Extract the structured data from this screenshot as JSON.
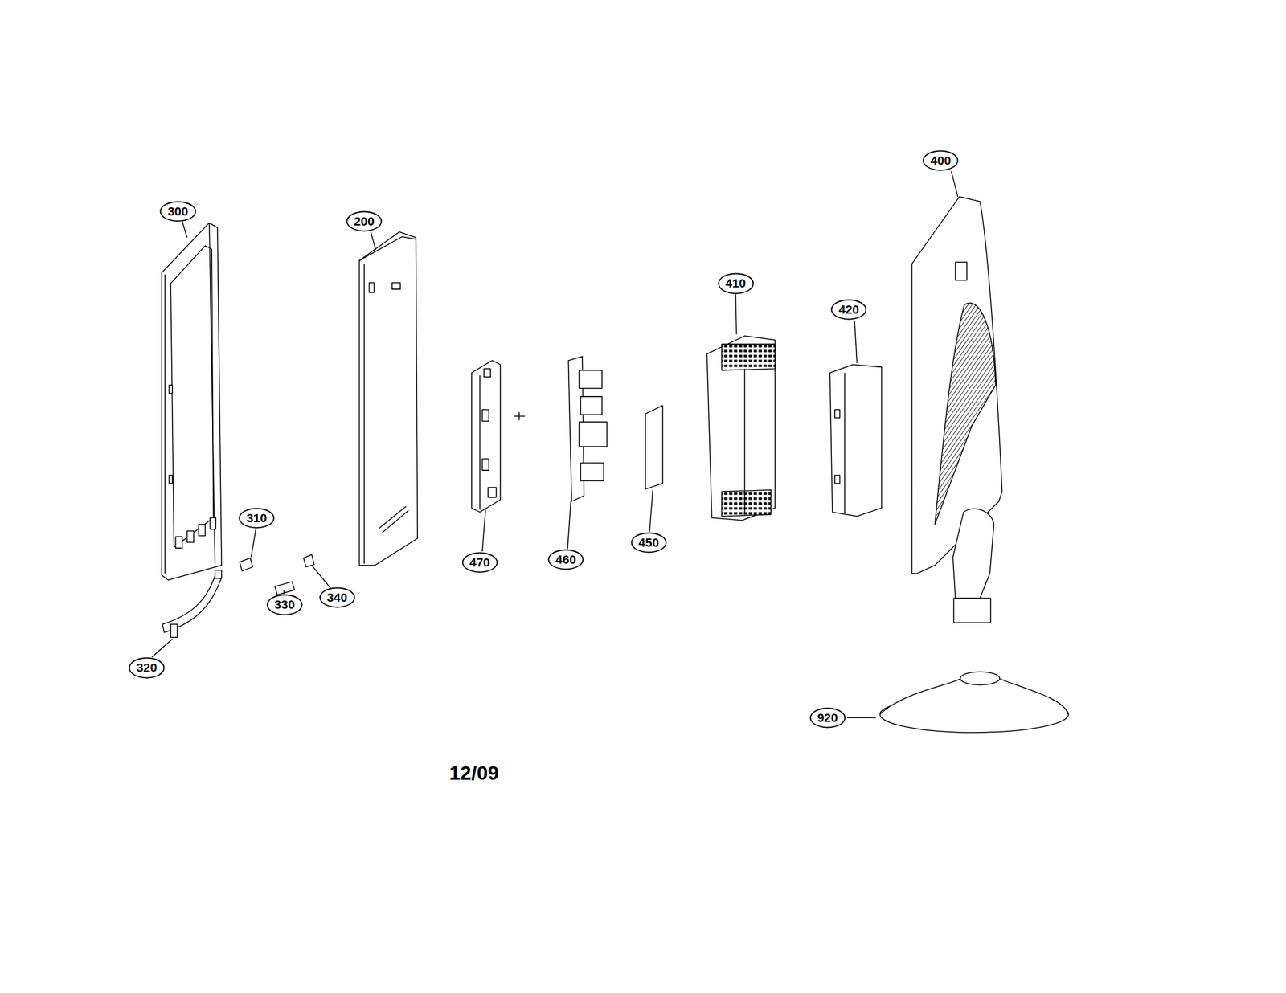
{
  "diagram": {
    "labels": [
      "300",
      "200",
      "410",
      "420",
      "400",
      "310",
      "330",
      "340",
      "320",
      "470",
      "460",
      "450",
      "920",
      "12/09"
    ]
  }
}
